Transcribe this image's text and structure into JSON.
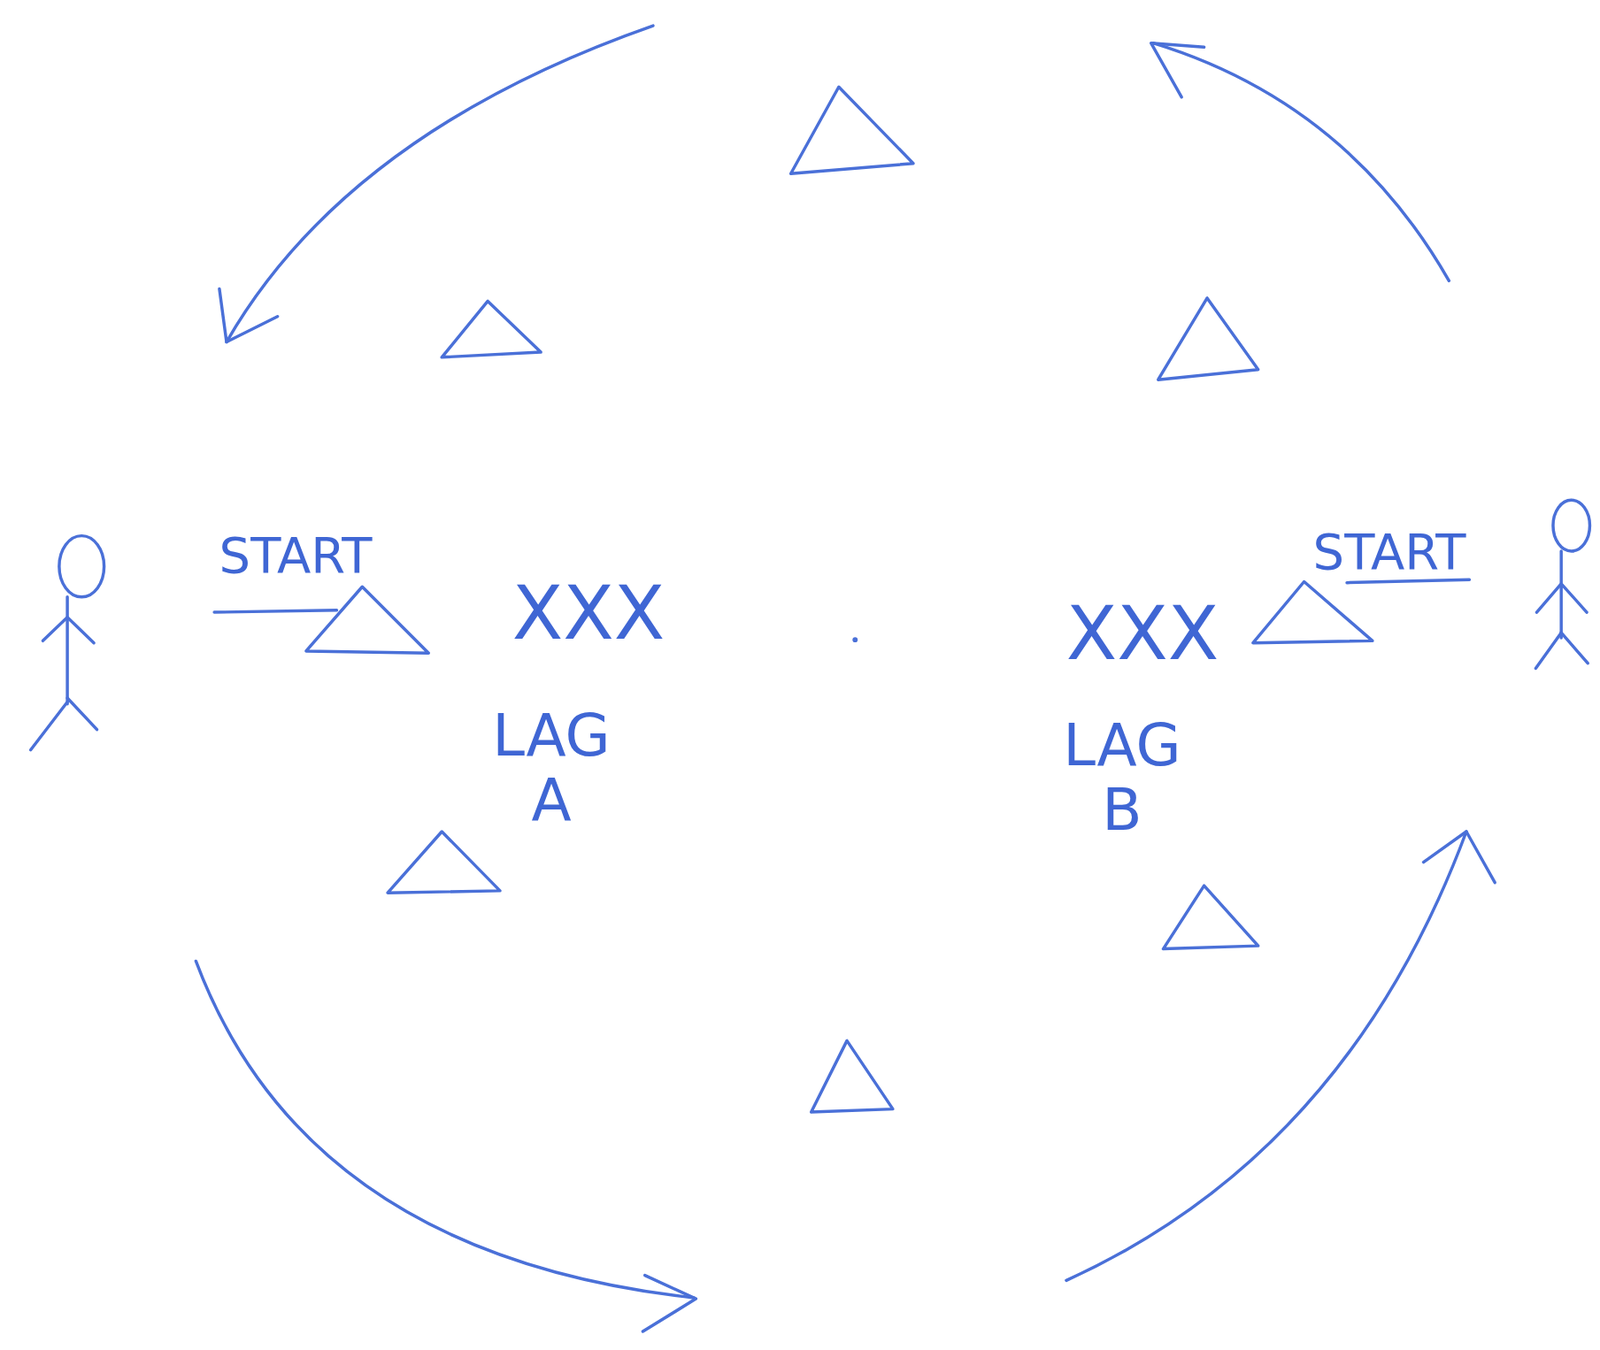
{
  "diagram": {
    "labels": [
      "START",
      "XXX",
      "LAG A",
      "XXX",
      "START",
      "LAG B"
    ]
  }
}
